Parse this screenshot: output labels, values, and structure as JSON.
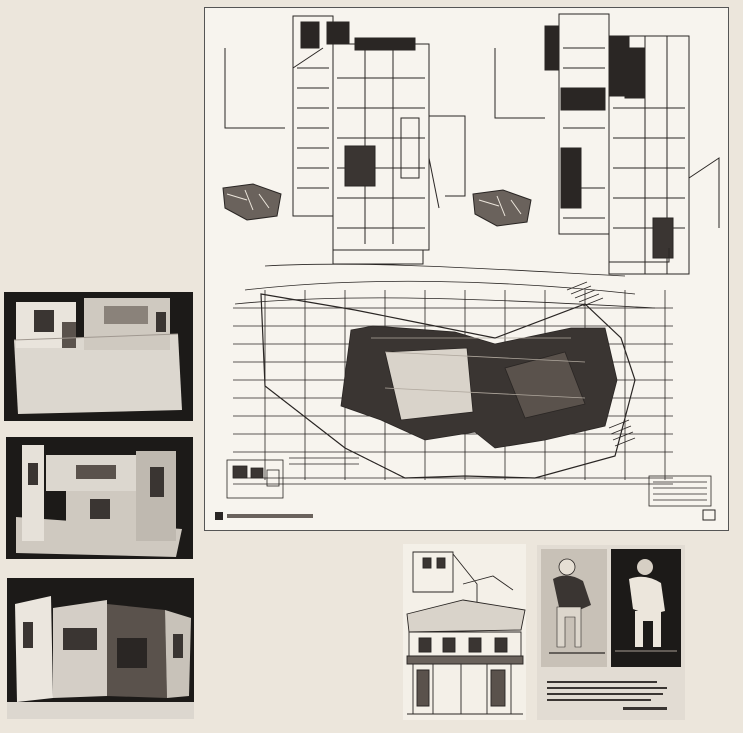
{
  "colors": {
    "wall": "#ece6dc",
    "sheet": "#f7f4ee",
    "ink": "#2a2624",
    "photo_bg": "#1c1a18",
    "model": "#dcd7cf"
  },
  "drawing_sheet": {
    "title": "",
    "caption": "",
    "contents": [
      "building-section-left",
      "building-section-right",
      "context-plan",
      "site-plan"
    ]
  },
  "model_photos": [
    "model-photo-1",
    "model-photo-2",
    "model-photo-3"
  ],
  "sketch": {
    "subject": "house-facade-sketch"
  },
  "portrait_card": {
    "quote": "",
    "author": ""
  }
}
